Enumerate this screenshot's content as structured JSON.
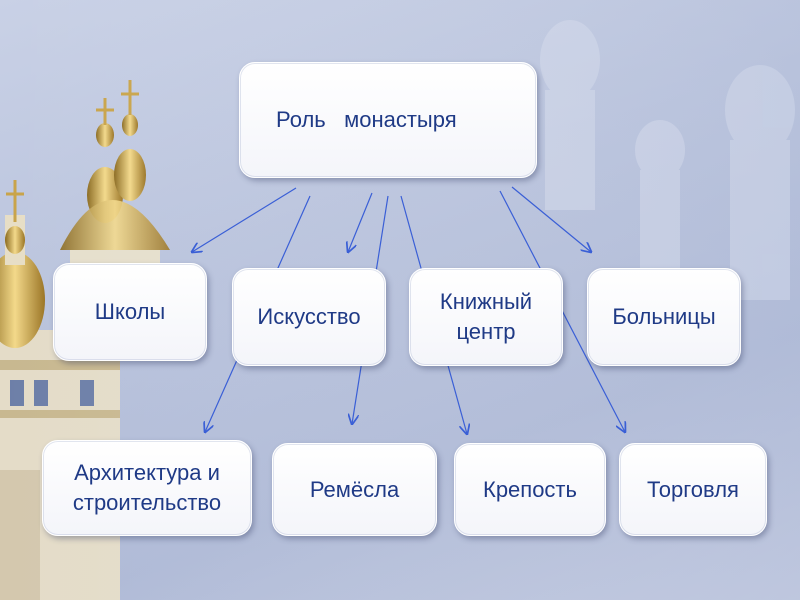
{
  "diagram": {
    "root": "Роль   монастыря",
    "level1": [
      "Школы",
      "Искусство",
      "Книжный\nцентр",
      "Больницы"
    ],
    "level2": [
      "Архитектура и\nстроительство",
      "Ремёсла",
      "Крепость",
      "Торговля"
    ]
  },
  "colors": {
    "text": "#1f3a86",
    "arrow": "#3a5fd6",
    "box_fill": "#ffffff"
  }
}
